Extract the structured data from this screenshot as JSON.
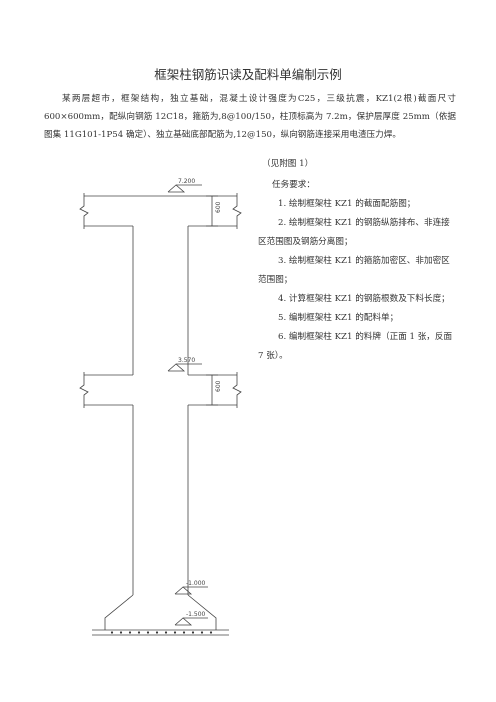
{
  "title": "框架柱钢筋识读及配料单编制示例",
  "intro": "某两层超市，框架结构，独立基础，混凝土设计强度为C25，三级抗震，KZ1(2根)截面尺寸 600×600mm，配纵向钢筋 12C18，箍筋为,8@100/150，柱顶标高为 7.2m，保护层厚度 25mm（依据图集 11G101-1P54 确定）、独立基础底部配筋为,12@150，纵向钢筋连接采用电渣压力焊。",
  "note": "（见附图 1）",
  "tasks": {
    "heading": "任务要求：",
    "items": [
      "1. 绘制框架柱 KZ1 的截面配筋图；",
      "2. 绘制框架柱 KZ1 的钢筋纵筋排布、非连接区范围图及钢筋分离图；",
      "3. 绘制框架柱 KZ1 的箍筋加密区、非加密区范围图；",
      "4. 计算框架柱 KZ1 的钢筋根数及下料长度；",
      "5. 编制框架柱 KZ1 的配料单；",
      "6. 编制框架柱 KZ1 的料牌（正面 1 张，反面 7 张）。"
    ]
  },
  "drawing": {
    "levels": [
      "7.200",
      "3.570",
      "-1.000",
      "-1.500"
    ],
    "dims": [
      "600",
      "600"
    ]
  }
}
